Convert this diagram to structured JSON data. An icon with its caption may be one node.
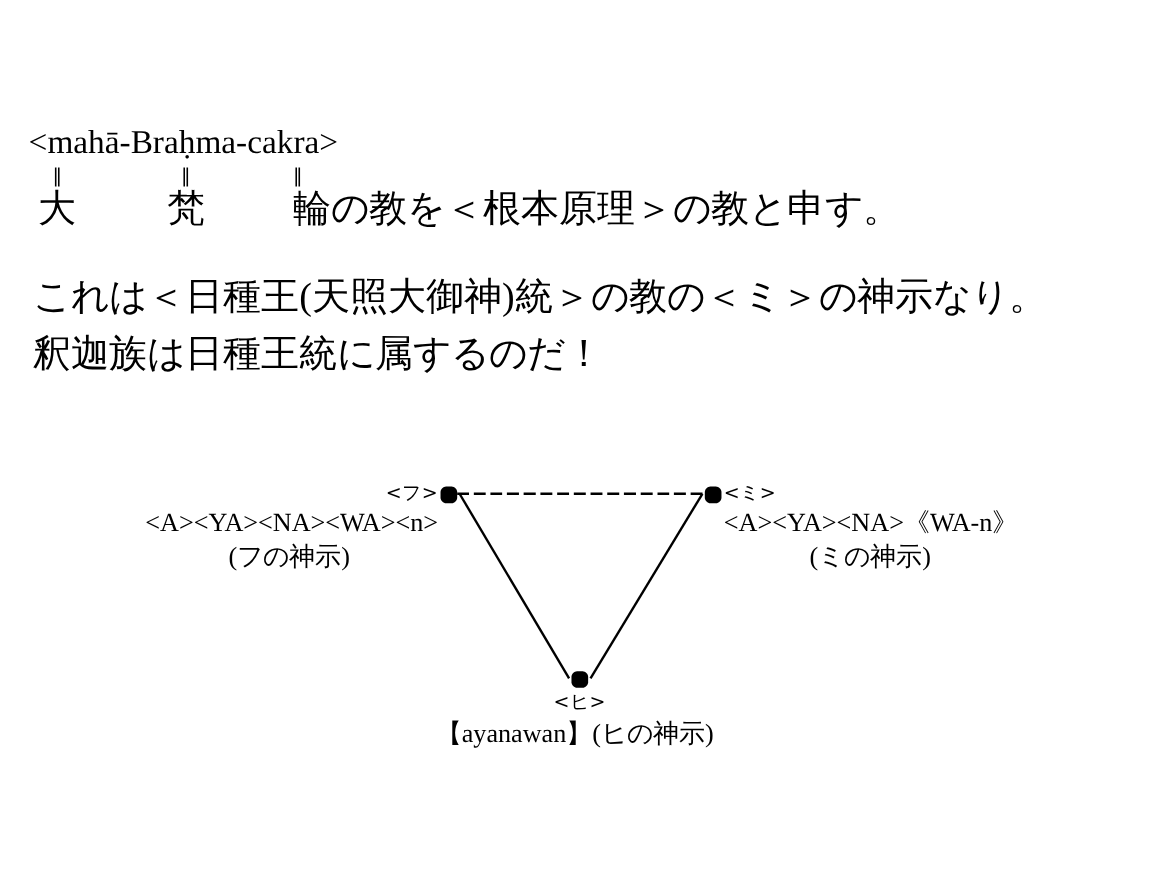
{
  "diagram": {
    "nodes": [
      {
        "text": [],
        "shape": "circle",
        "beside": [
          "<フ>",
          "<A><YA><NA><WA><n>",
          "(フの神示)"
        ]
      },
      {
        "text": [],
        "shape": "circle",
        "beside": [
          "<ミ>",
          "<A><YA><NA>《WA-n》",
          "(ミの神示)"
        ]
      },
      {
        "text": [],
        "shape": "circle",
        "beside": [
          "<ヒ>",
          "【ayanawan】(ヒの神示)"
        ]
      }
    ],
    "edges": [
      {
        "from": 0,
        "to": 1,
        "arrow": "none",
        "style": "dashed"
      },
      {
        "from": 0,
        "to": 2,
        "arrow": "none"
      },
      {
        "from": 1,
        "to": 2,
        "arrow": "none"
      }
    ],
    "labels": [
      "<mahā-Braḥma-cakra>",
      "‖",
      "‖",
      "‖",
      "大",
      "梵",
      "輪の教を＜根本原理＞の教と申す。",
      "これは＜日種王(天照大御神)統＞の教の＜ミ＞の神示なり。",
      "釈迦族は日種王統に属するのだ！"
    ]
  }
}
